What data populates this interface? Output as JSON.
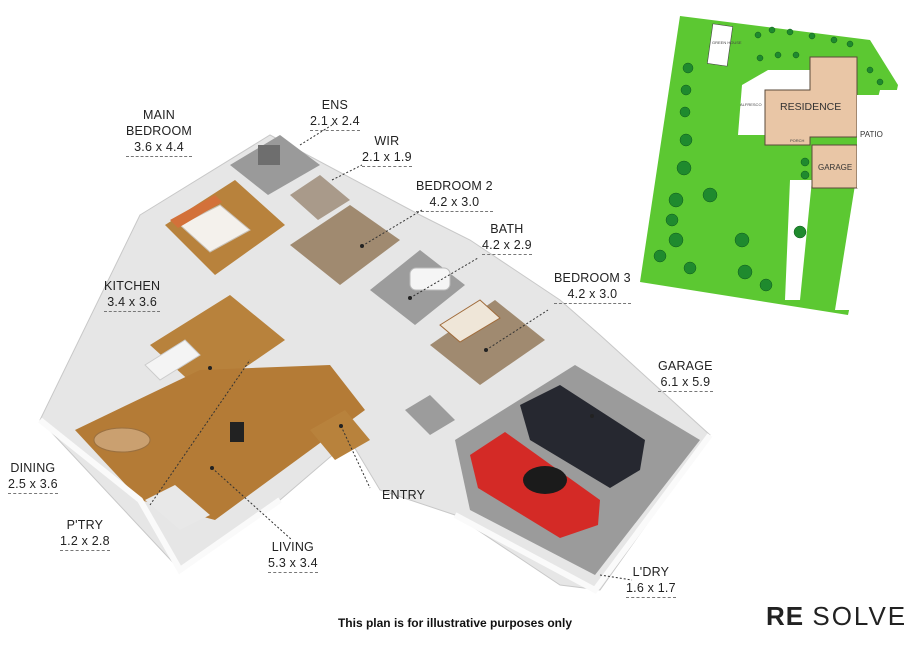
{
  "rooms": {
    "main_bedroom": {
      "name_line1": "MAIN",
      "name_line2": "BEDROOM",
      "dims": "3.6 x 4.4"
    },
    "ens": {
      "name": "ENS",
      "dims": "2.1 x 2.4"
    },
    "wir": {
      "name": "WIR",
      "dims": "2.1 x 1.9"
    },
    "bedroom2": {
      "name": "BEDROOM 2",
      "dims": "4.2 x 3.0"
    },
    "bath": {
      "name": "BATH",
      "dims": "4.2 x 2.9"
    },
    "bedroom3": {
      "name": "BEDROOM 3",
      "dims": "4.2 x 3.0"
    },
    "kitchen": {
      "name": "KITCHEN",
      "dims": "3.4 x 3.6"
    },
    "garage": {
      "name": "GARAGE",
      "dims": "6.1 x 5.9"
    },
    "dining": {
      "name": "DINING",
      "dims": "2.5 x 3.6"
    },
    "pantry": {
      "name": "P'TRY",
      "dims": "1.2 x 2.8"
    },
    "living": {
      "name": "LIVING",
      "dims": "5.3 x 3.4"
    },
    "entry": {
      "name": "ENTRY"
    },
    "laundry": {
      "name": "L'DRY",
      "dims": "1.6 x 1.7"
    }
  },
  "site_plan": {
    "residence": "RESIDENCE",
    "patio": "PATIO",
    "garage": "GARAGE",
    "alfresco": "ALFRESCO",
    "porch": "PORCH",
    "green_house": "GREEN HOUSE"
  },
  "footer": {
    "disclaimer": "This plan is for illustrative purposes only",
    "brand_bold": "RE",
    "brand_light": "SOLVE"
  },
  "colors": {
    "lawn": "#5cc832",
    "residence": "#e9c6a6",
    "floor_wood": "#b8823c",
    "floor_tile": "#8c8c8c",
    "wall": "#f2f2f2",
    "car_red": "#d42a26",
    "car_dark": "#262830"
  }
}
